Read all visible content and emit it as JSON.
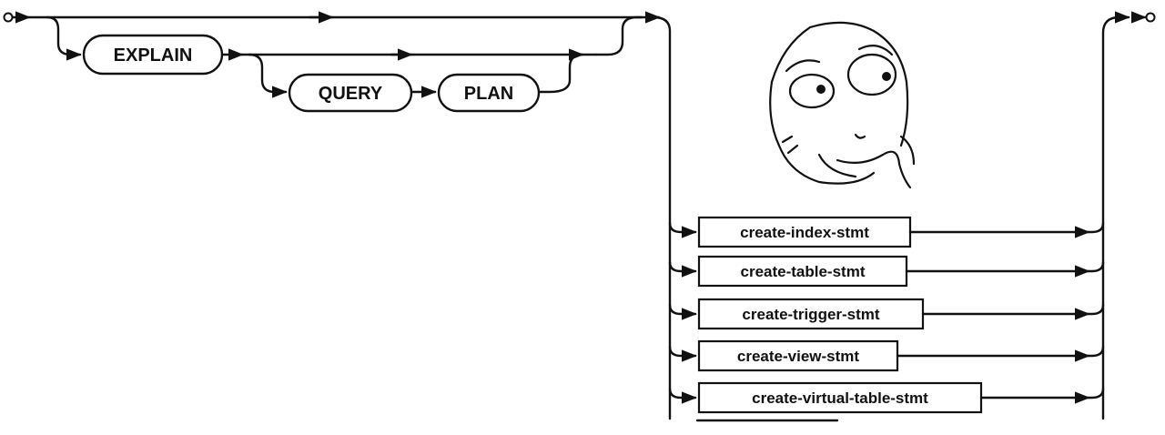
{
  "diagram": {
    "keywords": {
      "explain": "EXPLAIN",
      "query": "QUERY",
      "plan": "PLAN"
    },
    "statements": [
      "create-index-stmt",
      "create-table-stmt",
      "create-trigger-stmt",
      "create-view-stmt",
      "create-virtual-table-stmt"
    ],
    "meme_face": "thinking-face"
  }
}
